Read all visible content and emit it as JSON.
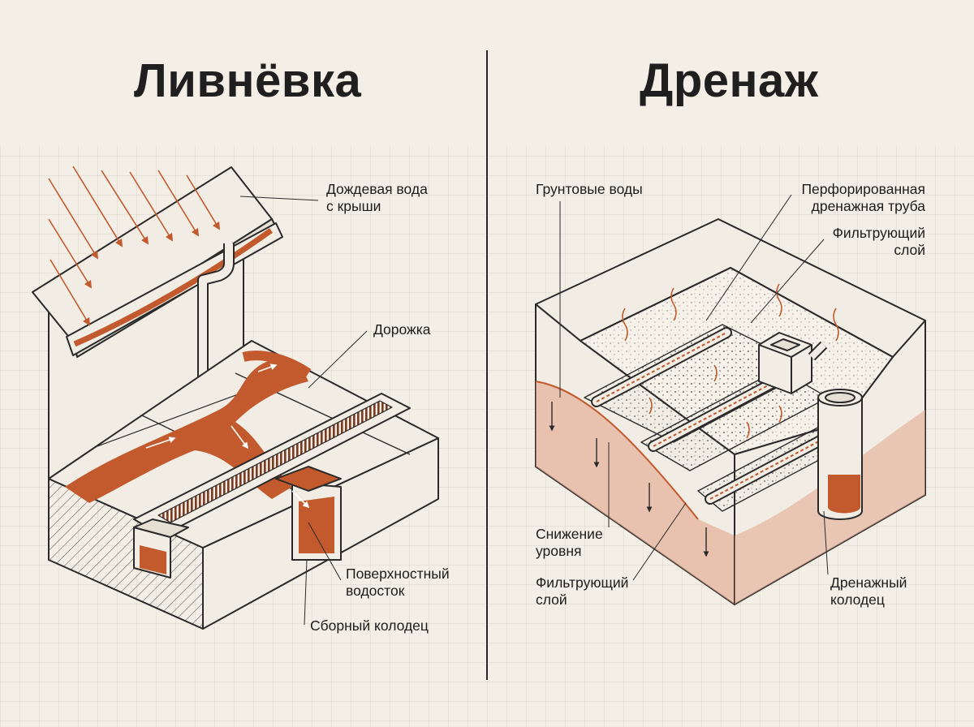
{
  "titles": {
    "left": "Ливнёвка",
    "right": "Дренаж"
  },
  "left_labels": {
    "rainwater": "Дождевая вода\nс крыши",
    "path": "Дорожка",
    "surface_drain": "Поверхностный\nводосток",
    "catch_basin": "Сборный колодец"
  },
  "right_labels": {
    "groundwater": "Грунтовые воды",
    "perforated_pipe": "Перфорированная\nдренажная труба",
    "filter_layer_top": "Фильтрующий\nслой",
    "level_drop": "Снижение\nуровня",
    "filter_layer_bottom": "Фильтрующий\nслой",
    "drain_well": "Дренажный\nколодец"
  },
  "colors": {
    "background": "#f3efe6",
    "grid": "#d9d4ca",
    "ink": "#2a2a2a",
    "water": "#c35a2e",
    "block": "#f1ede4"
  }
}
